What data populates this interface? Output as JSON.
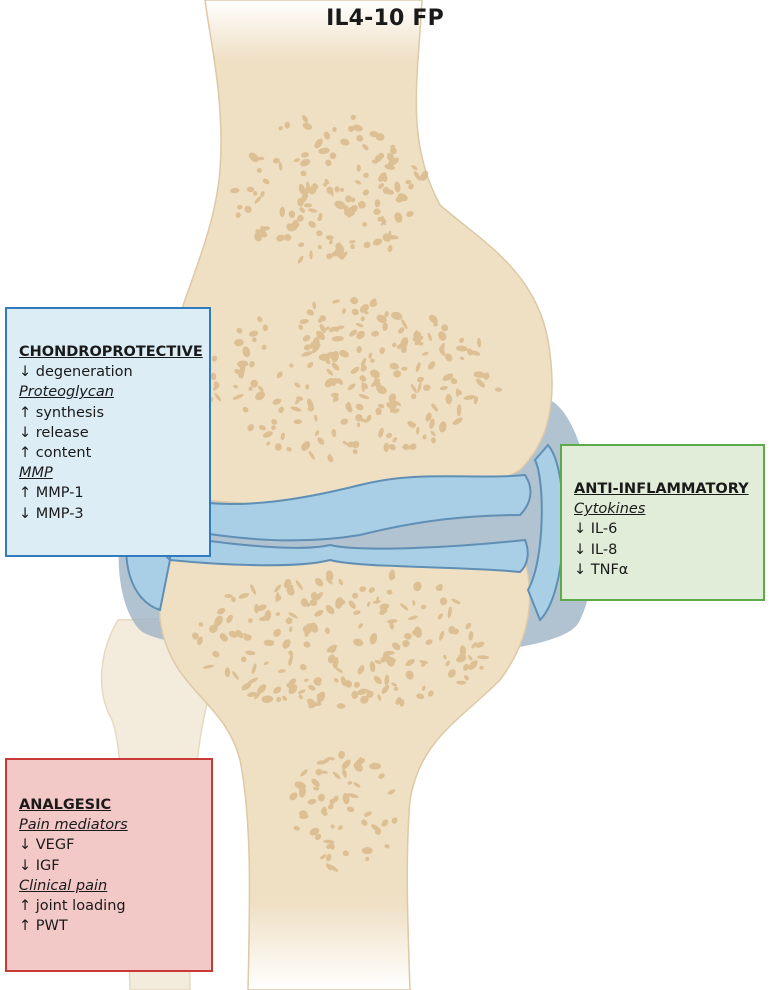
{
  "title": "IL4-10 FP",
  "colors": {
    "bone": "#efdfc3",
    "bone_edge": "#dcc9a6",
    "marrow_pore": "#dcbf92",
    "cartilage": "#a9cfe6",
    "capsule": "#9db3c6",
    "chondro_border": "#2f7bbd",
    "anti_border": "#5daa4a",
    "analgesic_border": "#c73a36"
  },
  "boxes": {
    "chondroprotective": {
      "heading": "CHONDROPROTECTIVE",
      "l1": "↓ degeneration",
      "sub1": "Proteoglycan",
      "l2": "↑ synthesis",
      "l3": "↓ release",
      "l4": "↑ content",
      "sub2": "MMP",
      "l5": "↑ MMP-1",
      "l6": "↓ MMP-3"
    },
    "anti_inflammatory": {
      "heading": "ANTI-INFLAMMATORY",
      "sub1": "Cytokines",
      "l1": "↓ IL-6",
      "l2": "↓ IL-8",
      "l3": "↓ TNFα"
    },
    "analgesic": {
      "heading": "ANALGESIC",
      "sub1": "Pain mediators",
      "l1": "↓ VEGF",
      "l2": "↓ IGF",
      "sub2": "Clinical pain",
      "l3": "↑ joint loading",
      "l4": "↑ PWT"
    }
  }
}
